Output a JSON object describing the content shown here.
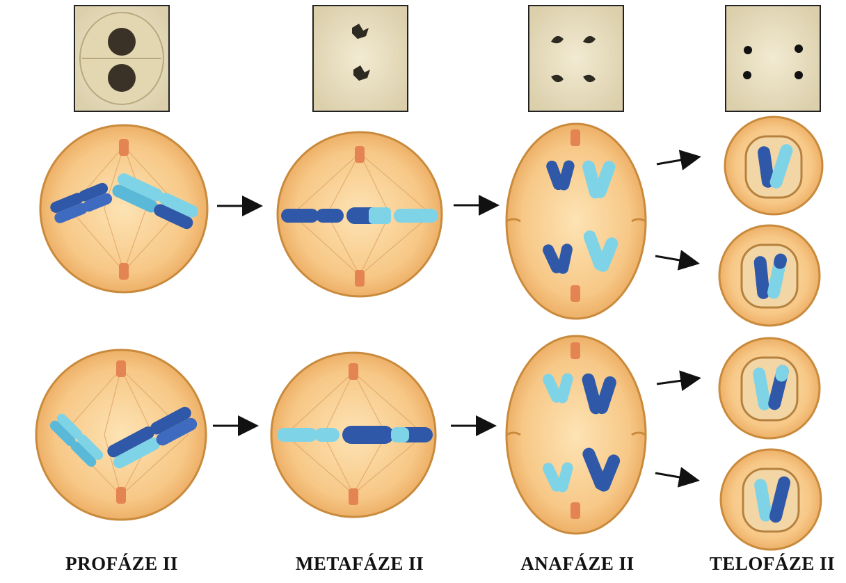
{
  "colors": {
    "cell_fill": "#f6c47f",
    "cell_edge": "#c98a3c",
    "chromosome_dark": "#2f58a8",
    "chromosome_light": "#7fd3e6",
    "centriole": "#e48452",
    "photo_bg": "#ece3c6",
    "arrow": "#111111"
  },
  "phases": [
    {
      "id": "prophase",
      "label": "PROFÁZE II"
    },
    {
      "id": "metaphase",
      "label": "METAFÁZE II"
    },
    {
      "id": "anaphase",
      "label": "ANAFÁZE II"
    },
    {
      "id": "telophase",
      "label": "TELOFÁZE II"
    }
  ]
}
